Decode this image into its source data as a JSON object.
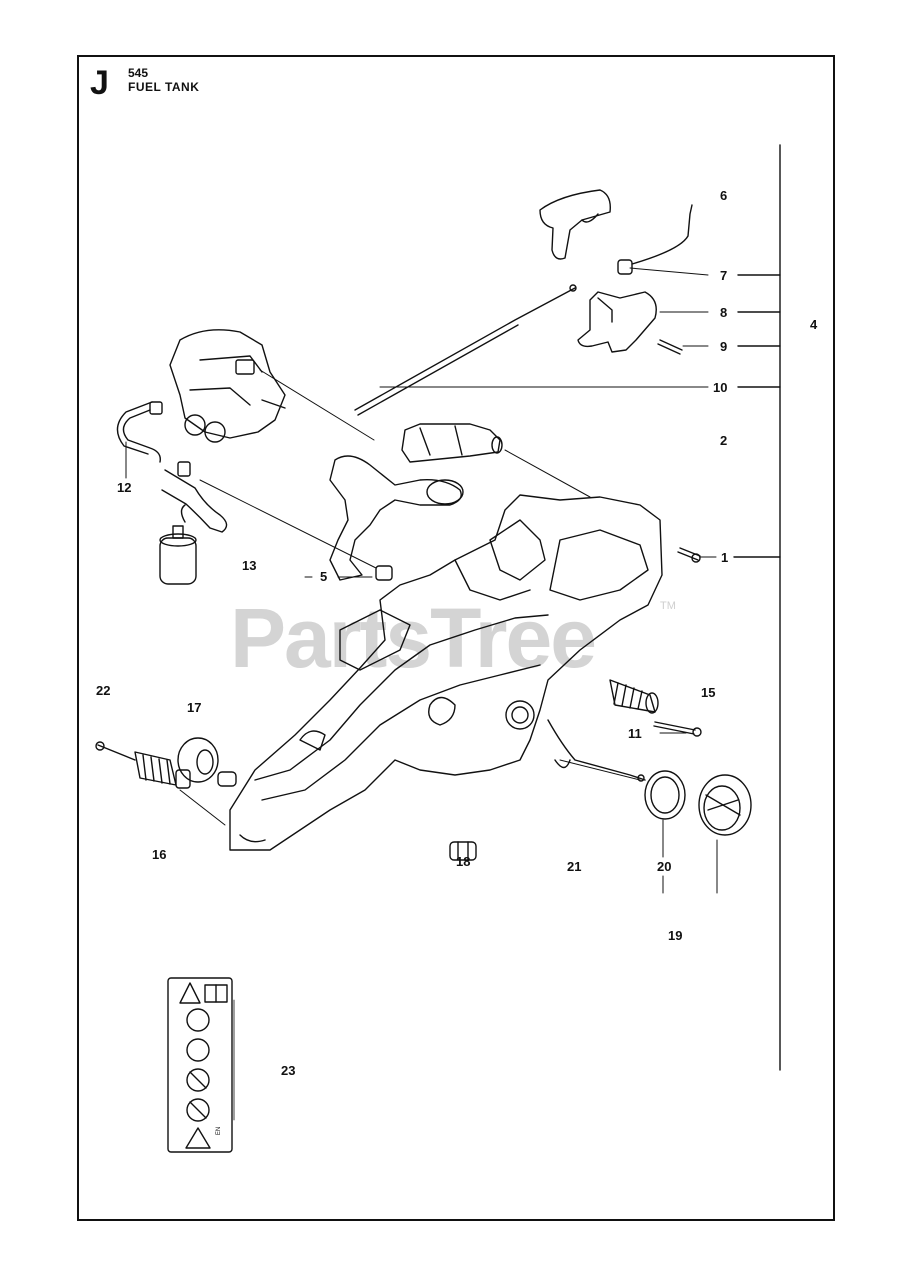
{
  "header": {
    "section_letter": "J",
    "model": "545",
    "title": "FUEL TANK"
  },
  "watermark": {
    "text": "PartsTree",
    "tm": "TM"
  },
  "callouts": {
    "c1": "1",
    "c2": "2",
    "c4": "4",
    "c5": "5",
    "c6": "6",
    "c7": "7",
    "c8": "8",
    "c9": "9",
    "c10": "10",
    "c11": "11",
    "c12": "12",
    "c13": "13",
    "c15": "15",
    "c16": "16",
    "c17": "17",
    "c18": "18",
    "c19": "19",
    "c20": "20",
    "c21": "21",
    "c22": "22",
    "c23": "23"
  },
  "label_sticker_small_text": "EN"
}
